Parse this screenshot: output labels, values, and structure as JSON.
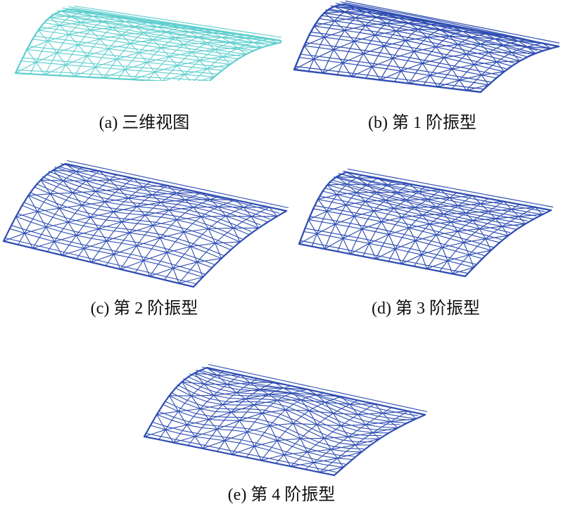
{
  "colors": {
    "view_mesh": "#5ecece",
    "mode_mesh": "#2f4eb2"
  },
  "panels": [
    {
      "id": "a",
      "caption": "(a) 三维视图",
      "mesh": "view",
      "mode": 0
    },
    {
      "id": "b",
      "caption": "(b) 第 1 阶振型",
      "mesh": "mode",
      "mode": 1
    },
    {
      "id": "c",
      "caption": "(c) 第 2 阶振型",
      "mesh": "mode",
      "mode": 2
    },
    {
      "id": "d",
      "caption": "(d) 第 3 阶振型",
      "mesh": "mode",
      "mode": 3
    },
    {
      "id": "e",
      "caption": "(e) 第 4 阶振型",
      "mesh": "mode",
      "mode": 4
    }
  ]
}
